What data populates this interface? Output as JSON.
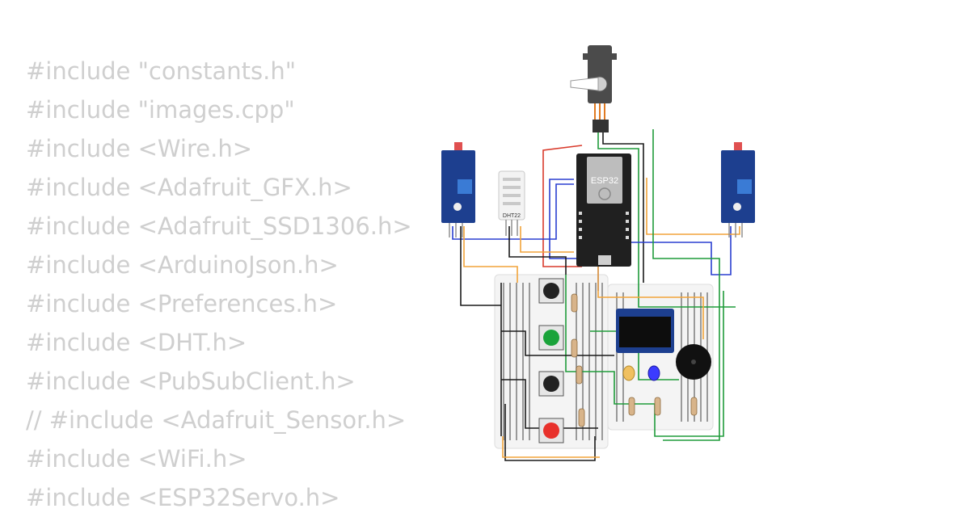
{
  "code": {
    "lines": [
      "#include \"constants.h\"",
      "#include \"images.cpp\"",
      "#include <Wire.h>",
      "#include <Adafruit_GFX.h>",
      "#include <Adafruit_SSD1306.h>",
      "#include <ArduinoJson.h>",
      "#include <Preferences.h>",
      "#include <DHT.h>",
      "#include <PubSubClient.h>",
      "// #include <Adafruit_Sensor.h>",
      "#include <WiFi.h>",
      "#include <ESP32Servo.h>"
    ]
  },
  "circuit": {
    "mcu_label": "ESP32",
    "dht_label": "DHT22",
    "icons": [
      "servo-icon",
      "esp32-icon",
      "dht22-icon",
      "ldr-sensor-icon",
      "oled-display-icon",
      "buzzer-icon",
      "pushbutton-icon",
      "led-icon",
      "resistor-icon",
      "breadboard-icon"
    ],
    "colors": {
      "wire_red": "#d93a2b",
      "wire_green": "#1f9b3a",
      "wire_blue": "#2a3fd0",
      "wire_orange": "#f2a43a",
      "wire_black": "#1a1a1a",
      "module_blue": "#1d3f8f",
      "button_green": "#1aa33a",
      "button_red": "#e8312b"
    }
  }
}
